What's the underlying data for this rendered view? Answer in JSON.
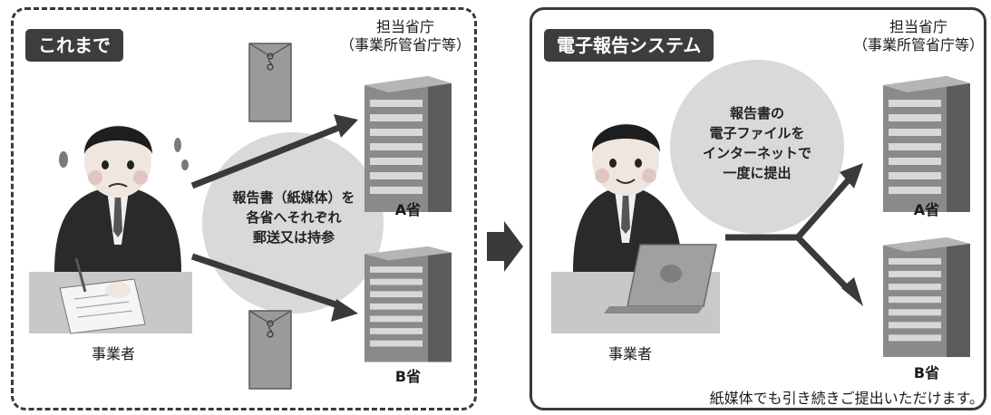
{
  "left": {
    "tag": "これまで",
    "agency": [
      "担当省庁",
      "（事業所管省庁等）"
    ],
    "circle_text": [
      "報告書（紙媒体）を",
      "各省へそれぞれ",
      "郵送又は持参"
    ],
    "buildings": [
      "A省",
      "B省"
    ],
    "actor": "事業者"
  },
  "right": {
    "tag": "電子報告システム",
    "agency": [
      "担当省庁",
      "（事業所管省庁等）"
    ],
    "circle_text": [
      "報告書の",
      "電子ファイルを",
      "インターネットで",
      "一度に提出"
    ],
    "buildings": [
      "A省",
      "B省"
    ],
    "actor": "事業者",
    "note": "紙媒体でも引き続きご提出いただけます。"
  },
  "icons": [
    "envelope-icon",
    "office-building-icon",
    "businessman-icon",
    "laptop-icon",
    "flow-arrow-icon"
  ]
}
